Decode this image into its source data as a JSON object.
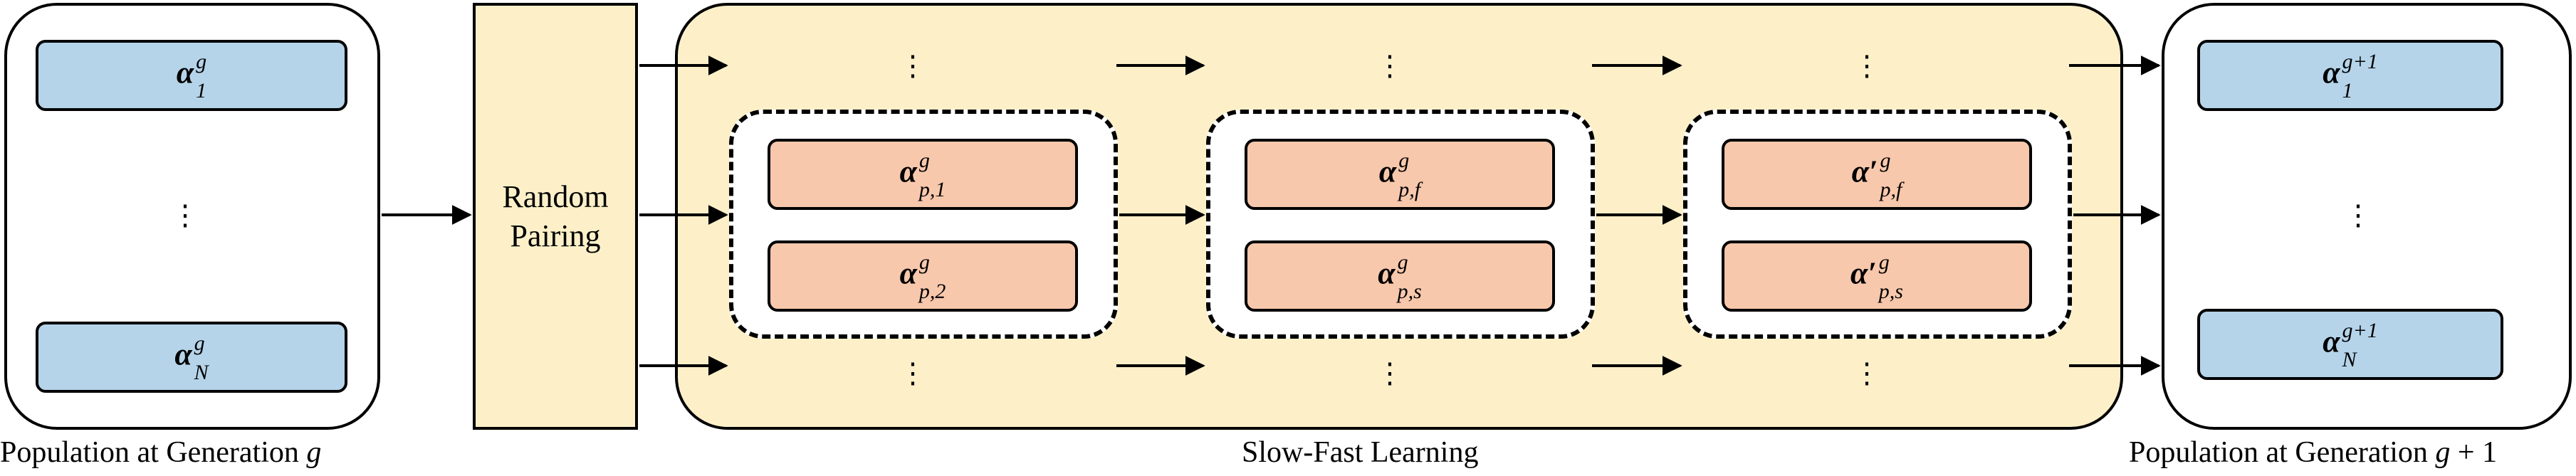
{
  "left_panel": {
    "caption_text": "Population at Generation ",
    "caption_var": "g",
    "top_item": {
      "base": "α",
      "sup": "g",
      "sub": "1"
    },
    "bottom_item": {
      "base": "α",
      "sup": "g",
      "sub": "N"
    },
    "ellipsis": "⋮"
  },
  "pairing": {
    "line1": "Random",
    "line2": "Pairing"
  },
  "middle_panel": {
    "caption": "Slow-Fast Learning",
    "ellipsis": "⋮",
    "groups": [
      {
        "top": {
          "base": "α",
          "sup": "g",
          "sub": "p,1"
        },
        "bottom": {
          "base": "α",
          "sup": "g",
          "sub": "p,2"
        }
      },
      {
        "top": {
          "base": "α",
          "sup": "g",
          "sub": "p,f"
        },
        "bottom": {
          "base": "α",
          "sup": "g",
          "sub": "p,s"
        }
      },
      {
        "top": {
          "base": "α′",
          "sup": "g",
          "sub": "p,f"
        },
        "bottom": {
          "base": "α′",
          "sup": "g",
          "sub": "p,s"
        }
      }
    ]
  },
  "right_panel": {
    "caption_text": "Population at Generation ",
    "caption_var": "g",
    "caption_suffix": " + 1",
    "top_item": {
      "base": "α",
      "sup": "g+1",
      "sub": "1"
    },
    "bottom_item": {
      "base": "α",
      "sup": "g+1",
      "sub": "N"
    },
    "ellipsis": "⋮"
  },
  "colors": {
    "panel_fill": "#fdf0c9",
    "population_box": "#b5d4ea",
    "pair_box": "#f8c8ac",
    "stroke": "#000000"
  }
}
